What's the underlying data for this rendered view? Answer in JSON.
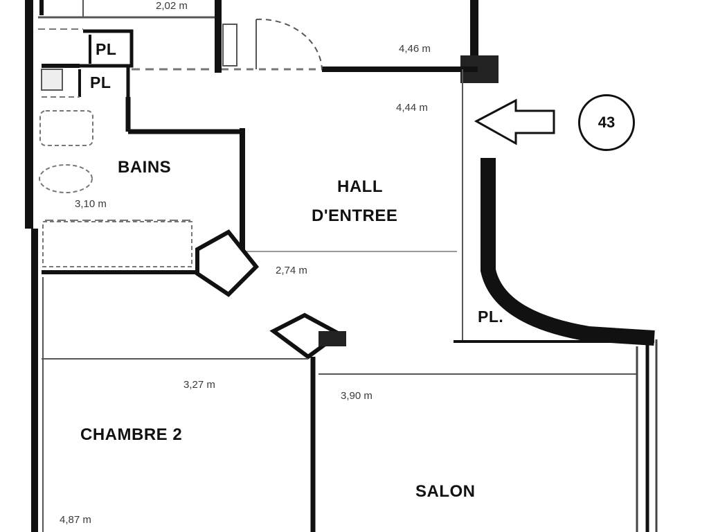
{
  "colors": {
    "wall": "#111111",
    "thin": "#555555",
    "dashed": "#777777",
    "bg": "#ffffff"
  },
  "rooms": {
    "bains": "BAINS",
    "hall_line1": "HALL",
    "hall_line2": "D'ENTREE",
    "chambre": "CHAMBRE 2",
    "salon": "SALON",
    "pl_1": "PL",
    "pl_2": "PL",
    "pl_3": "PL."
  },
  "dimensions": {
    "d_top": "2,02 m",
    "d_446": "4,46 m",
    "d_444": "4,44 m",
    "d_310": "3,10 m",
    "d_274": "2,74 m",
    "d_327": "3,27 m",
    "d_390": "3,90 m",
    "d_487": "4,87 m"
  },
  "marker": {
    "number": "43",
    "arrow_icon": "entrance-arrow-icon"
  }
}
